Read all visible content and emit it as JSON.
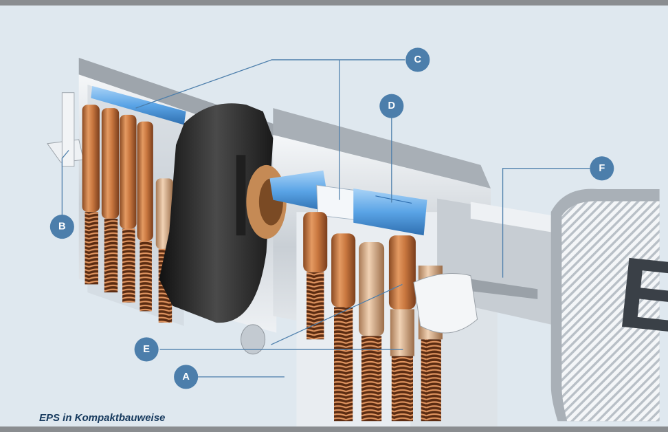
{
  "caption": "EPS in Kompaktbauweise",
  "markers": {
    "a": "A",
    "b": "B",
    "c": "C",
    "d": "D",
    "e": "E",
    "f": "F"
  },
  "key_logo": "EPS",
  "colors": {
    "background": "#dfe8ef",
    "frame": "#8a8d90",
    "marker": "#4c7eab",
    "caption": "#16395d",
    "pin_copper": "#c9773f",
    "slider_blue": "#5aa4e6",
    "cam_black": "#2a2a2a"
  }
}
